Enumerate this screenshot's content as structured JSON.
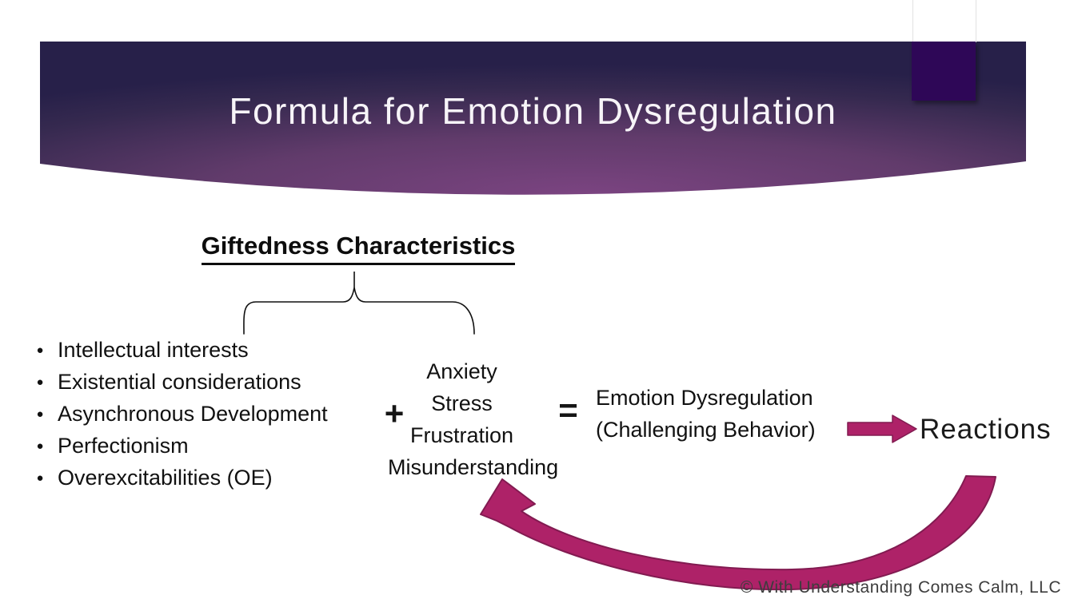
{
  "slide": {
    "title": "Formula for Emotion Dysregulation",
    "copyright": "© With Understanding Comes Calm, LLC"
  },
  "formula": {
    "heading": "Giftedness Characteristics",
    "bullet_glyph": "●",
    "characteristics": [
      "Intellectual interests",
      "Existential considerations",
      "Asynchronous Development",
      "Perfectionism",
      "Overexcitabilities (OE)"
    ],
    "plus": "+",
    "states": [
      "Anxiety",
      "Stress",
      "Frustration",
      "Misunderstanding"
    ],
    "equals": "=",
    "result_line1": "Emotion Dysregulation",
    "result_line2": "(Challenging Behavior)",
    "reactions": "Reactions"
  },
  "colors": {
    "banner_dark_left": "#35294f",
    "banner_bright": "#7b4481",
    "banner_mid": "#613b6b",
    "banner_dark_right": "#272049",
    "accent_square": "#2e0757",
    "arrow_magenta": "#ae2268",
    "arrow_outline": "#821b51",
    "title_text": "#f7f4f8",
    "body_text": "#151515",
    "footer_text": "#3d3d3d"
  }
}
